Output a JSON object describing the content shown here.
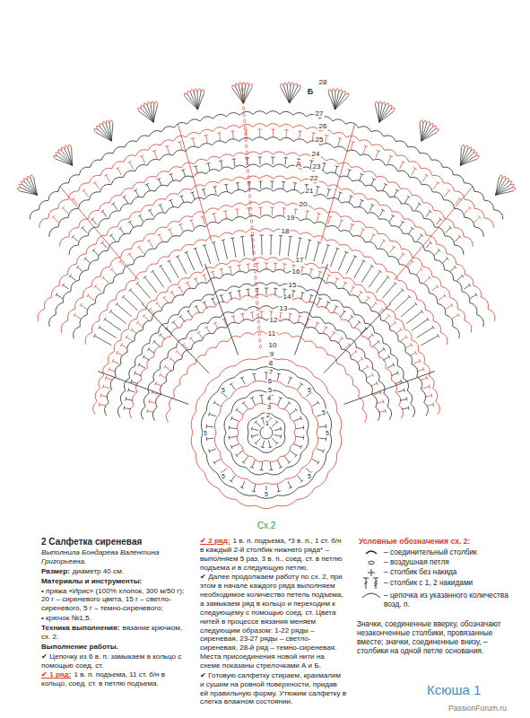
{
  "diagram": {
    "title": "2 Салфетка сиреневая",
    "caption": "Сх.2",
    "labels": [
      "Выполнила Бондарева Валентина Григорьевна.",
      "Размер:",
      "диаметр 40 см.",
      "Материалы и инструменты:",
      "• пряжа «Ирис» (100% хлопок, 300 м/50 г): 20 г – сиреневого цвета, 15 г – светло-сиреневого, 5 г – темно-сиреневого;",
      "• крючок №1,5.",
      "Техника выполнения:",
      "вязание крючком, сх. 2.",
      "Выполнение работы.",
      "✔ Цепочку из 6 в. п. замыкаем в кольцо с помощью соед. ст.",
      "✔ 1 ряд:",
      "1 в. п. подъема, 11 ст. б/н в кольцо, соед. ст. в петлю подъема.",
      "✔ 2 ряд:",
      "1 в. п. подъема, *3 в. п., 1 ст. б/н в каждый 2-й столбик нижнего ряда* – выполняем 5 раз, 3 в. п., соед. ст. в петлю подъема и в следующую петлю.",
      "✔ Далее продолжаем работу по сх. 2, при этом в начале каждого ряда выполняем необходимое количество петель подъема, а замыкаем ряд в кольцо и переходим к следующему с помощью соед. ст. Цвета нитей в процессе вязания меняем следующим образом: 1-22 ряды – сиреневая, 23-27 ряды – светло-сиреневая, 28-й ряд – темно-сиреневая. Места присоединения новой нити на схеме показаны стрелочками А и Б.",
      "✔ Готовую салфетку стираем, крахмалим и сушим на ровной поверхности, придав ей правильную форму. Утюжим салфетку в слегка влажном состоянии.",
      "Условные обозначения сх. 2:",
      "Значки, соединенные вверху, обозначают незаконченные столбики, провязанные вместе; значки, соединенные внизу, – столбики на одной петле основания.",
      "Ксюша 1",
      "PassionForum.ru",
      "1",
      "2",
      "3",
      "4",
      "5",
      "6",
      "7",
      "8",
      "9",
      "10",
      "11",
      "12",
      "13",
      "14",
      "15",
      "16",
      "17",
      "18",
      "19",
      "20",
      "21",
      "22",
      "23",
      "24",
      "25",
      "26",
      "27",
      "28",
      "А",
      "Б",
      "5",
      "5",
      "5",
      "5",
      "5",
      "5",
      "5",
      "5"
    ],
    "legend": [
      {
        "text": "– соединительный столбик"
      },
      {
        "text": "– воздушная петля"
      },
      {
        "text": "– столбик без накида"
      },
      {
        "text": "– столбик с 1, 2 накидами"
      },
      {
        "text": "– цепочка из указанного количества возд. п."
      }
    ]
  }
}
